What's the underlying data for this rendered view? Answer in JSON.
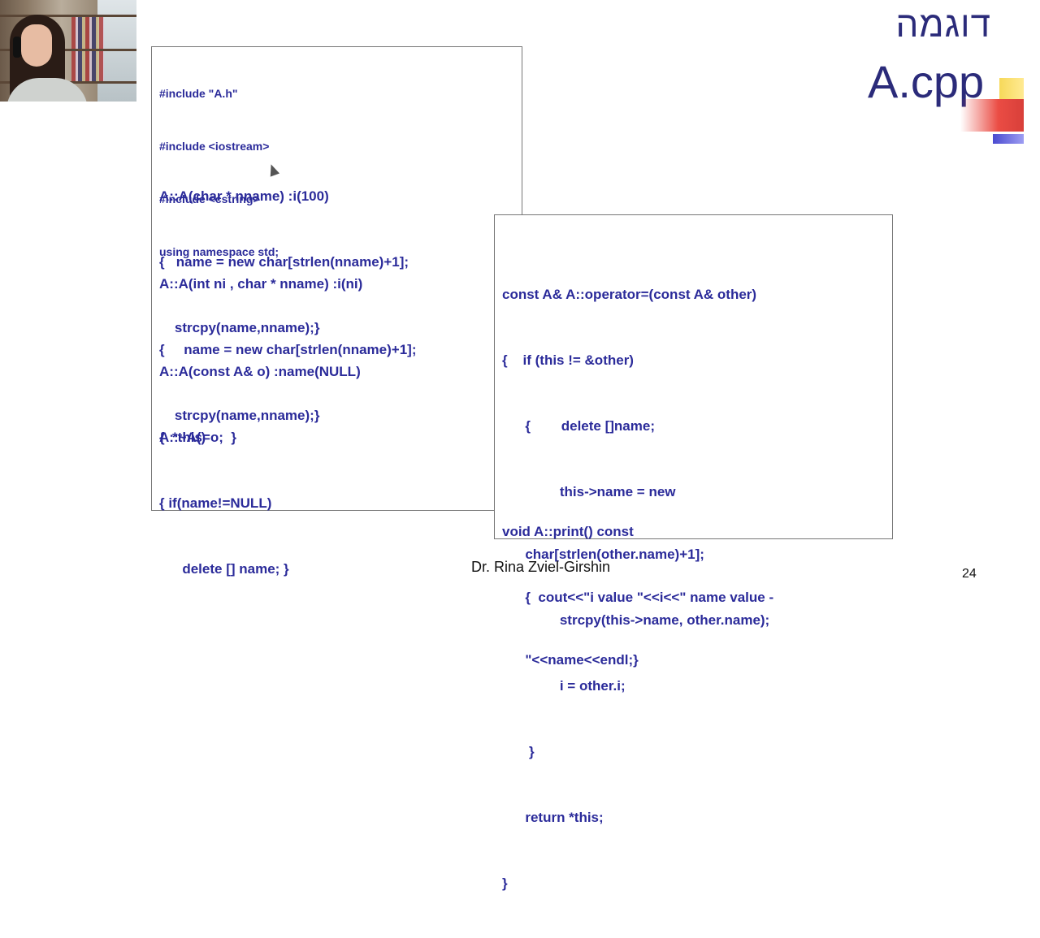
{
  "slide": {
    "title_hebrew": "דוגמה",
    "title_file": "A.cpp",
    "footer": "Dr. Rina Zviel-Girshin",
    "page_number": "24"
  },
  "left_code": {
    "includes": [
      "#include \"A.h\"",
      "#include <iostream>",
      "#include <cstring>",
      "using namespace std;"
    ],
    "ctor1": [
      "A::A(char * nname) :i(100)",
      "{   name = new char[strlen(nname)+1];",
      "    strcpy(name,nname);}"
    ],
    "ctor2": [
      "A::A(int ni , char * nname) :i(ni)",
      "{     name = new char[strlen(nname)+1];",
      "    strcpy(name,nname);}"
    ],
    "copy_ctor": [
      "A::A(const A& o) :name(NULL)",
      "{  *this=o;  }"
    ],
    "dtor": [
      "A::~A()",
      "{ if(name!=NULL)",
      "      delete [] name; }"
    ]
  },
  "right_code": {
    "operator": [
      "const A& A::operator=(const A& other)",
      "{    if (this != &other)",
      "      {        delete []name;",
      "               this->name = new",
      "      char[strlen(other.name)+1];",
      "               strcpy(this->name, other.name);",
      "               i = other.i;",
      "       }",
      "      return *this;",
      "}"
    ],
    "print": [
      "void A::print() const",
      "      {  cout<<\"i value \"<<i<<\" name value -",
      "      \"<<name<<endl;}"
    ]
  },
  "colors": {
    "code": "#2b2b9a",
    "title": "#2b2b7a"
  }
}
